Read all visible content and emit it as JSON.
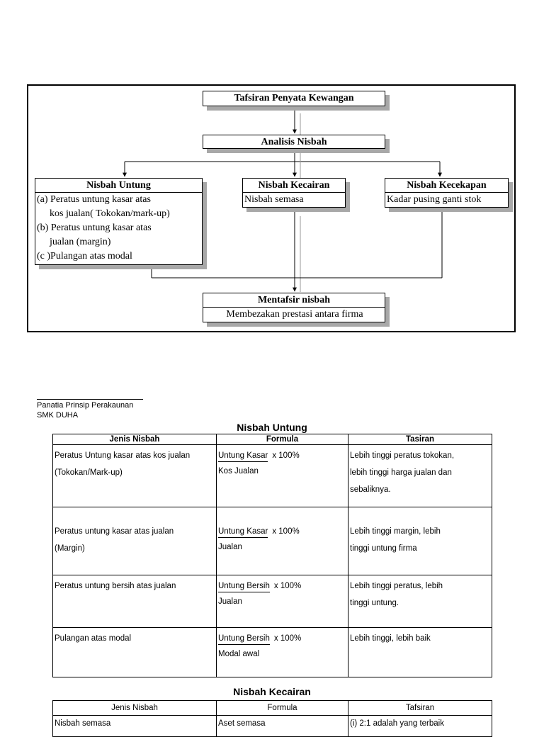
{
  "diagram": {
    "top_box": "Tafsiran  Penyata Kewangan",
    "analysis_box": "Analisis  Nisbah",
    "profit": {
      "title": "Nisbah  Untung",
      "lines": [
        "(a) Peratus  untung kasar  atas",
        "kos jualan( Tokokan/mark-up)",
        "(b) Peratus untung kasar atas",
        "jualan (margin)",
        "(c )Pulangan atas  modal"
      ]
    },
    "liquidity": {
      "title": "Nisbah Kecairan",
      "line": "Nisbah  semasa"
    },
    "efficiency": {
      "title": "Nisbah Kecekapan",
      "line": "Kadar  pusing ganti stok"
    },
    "interpret": {
      "title": "Mentafsir nisbah",
      "line": "Membezakan  prestasi antara firma"
    }
  },
  "footer": {
    "line1": "Panatia  Prinsip Perakaunan",
    "line2": "SMK  DUHA"
  },
  "profit_table": {
    "title": "Nisbah Untung",
    "headers": [
      "Jenis Nisbah",
      "Formula",
      "Tasiran"
    ],
    "rows": [
      {
        "type_lines": [
          " Peratus Untung kasar  atas kos  jualan",
          "(Tokokan/Mark-up)"
        ],
        "numerator": "Untung Kasar",
        "times": "x  100%",
        "denominator": "Kos Jualan",
        "interp_lines": [
          "Lebih tinggi  peratus  tokokan,",
          "lebih tinggi harga jualan dan",
          "sebaliknya."
        ]
      },
      {
        "type_lines": [
          "Peratus  untung kasar atas jualan",
          "(Margin)"
        ],
        "numerator": "Untung Kasar",
        "times": "x  100%",
        "denominator": " Jualan",
        "interp_lines": [
          "Lebih tinggi margin, lebih",
          "tinggi  untung firma"
        ]
      },
      {
        "type_lines": [
          "Peratus untung bersih atas jualan"
        ],
        "numerator": "Untung Bersih",
        "times": "x  100%",
        "denominator": " Jualan",
        "interp_lines": [
          "Lebih tinggi peratus, lebih",
          "tinggi untung."
        ]
      },
      {
        "type_lines": [
          "Pulangan atas modal"
        ],
        "numerator": "Untung Bersih",
        "times": "x  100%",
        "denominator": "Modal awal",
        "interp_lines": [
          "Lebih tinggi, lebih baik"
        ]
      }
    ]
  },
  "liquidity_table": {
    "title": "Nisbah Kecairan",
    "headers": [
      "Jenis Nisbah",
      "Formula",
      "Tafsiran"
    ],
    "row": {
      "type": "Nisbah  semasa",
      "formula": "Aset semasa",
      "interp": "(i) 2:1 adalah  yang terbaik"
    }
  }
}
